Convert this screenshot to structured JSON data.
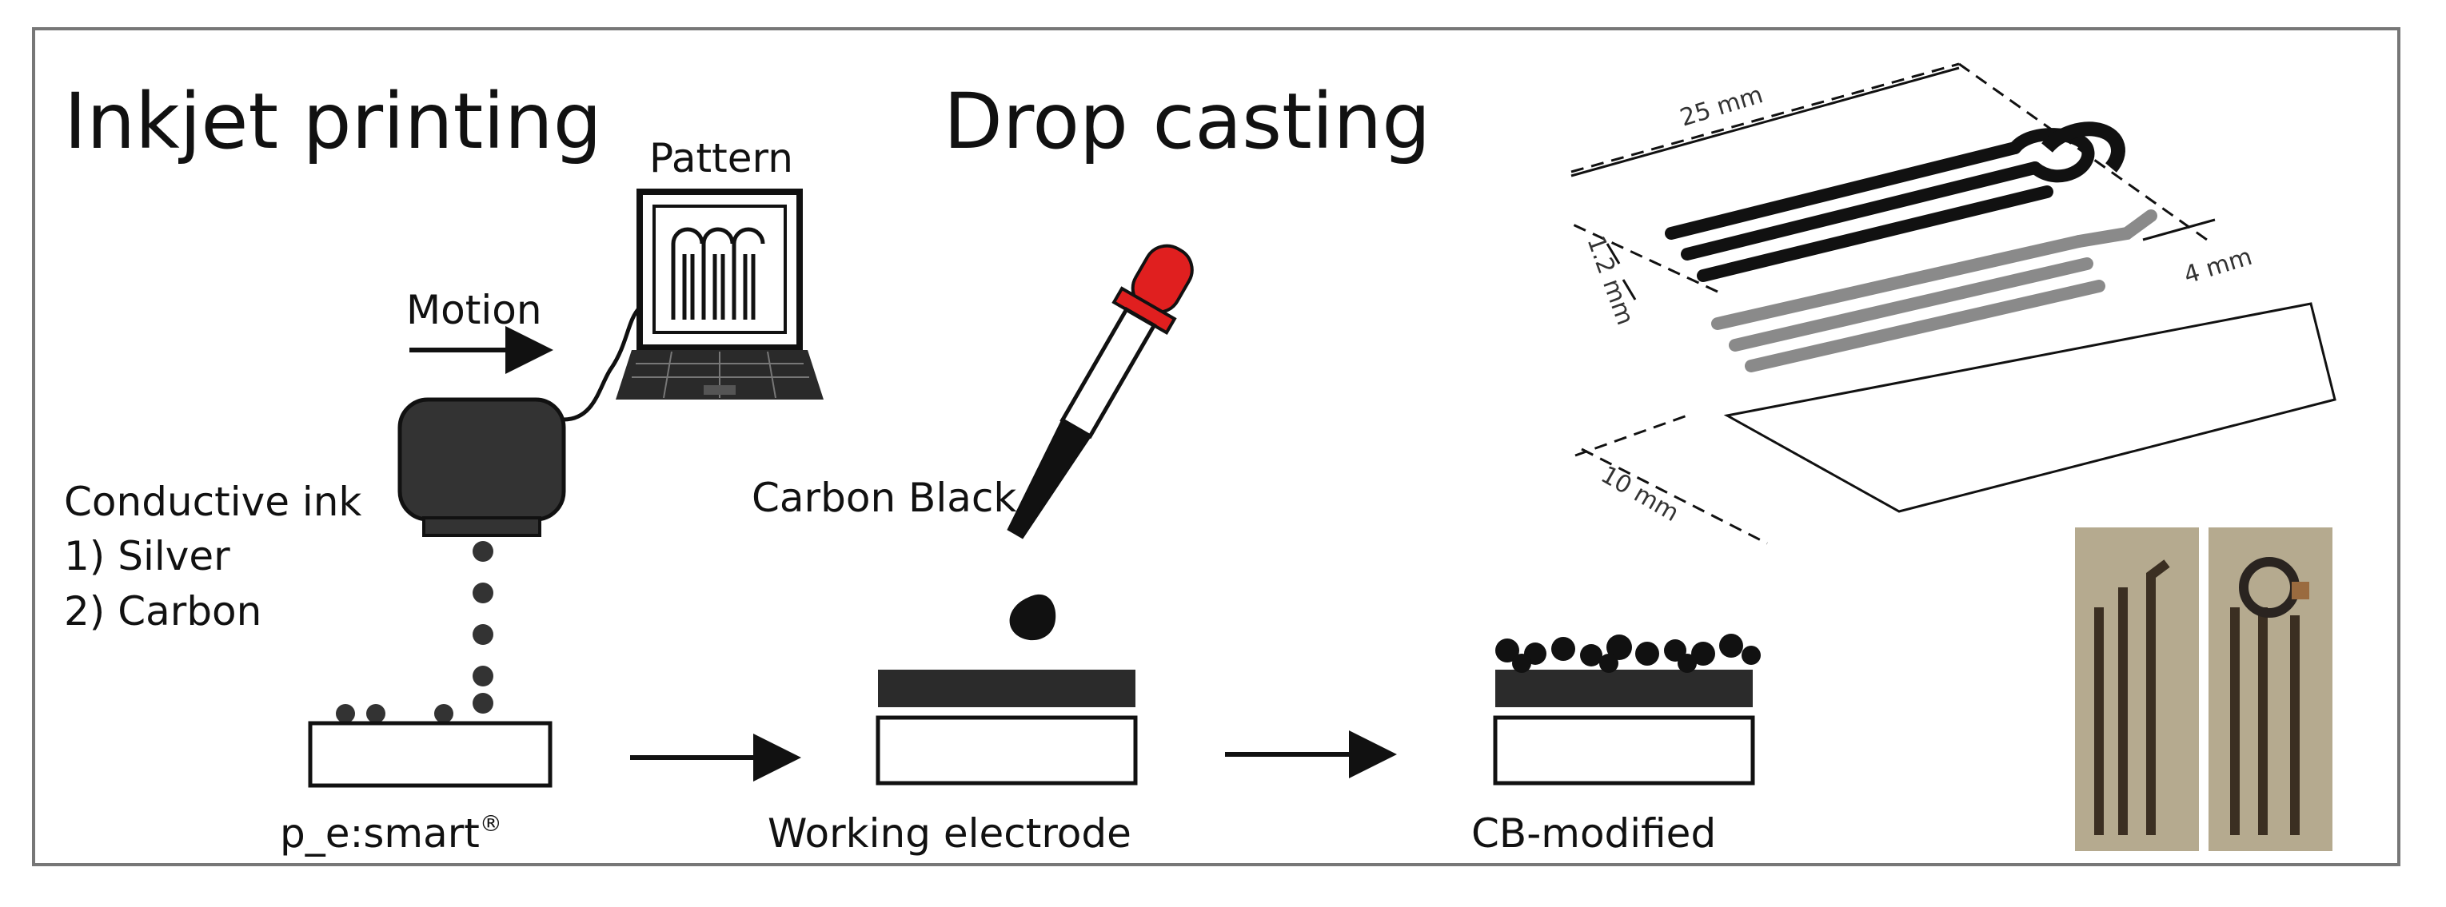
{
  "headings": {
    "inkjet": "Inkjet printing",
    "drop_casting": "Drop casting"
  },
  "labels": {
    "pattern": "Pattern",
    "motion": "Motion",
    "conductive_ink": "Conductive ink",
    "silver": "1) Silver",
    "carbon": "2) Carbon",
    "carbon_black": "Carbon Black",
    "substrate": "p_e:smart",
    "registered": "®",
    "working_electrode": "Working electrode",
    "cb_modified": "CB-modified"
  },
  "dimensions": {
    "length": "25 mm",
    "gap": "1.2 mm",
    "width": "4 mm",
    "strip": "10 mm"
  },
  "colors": {
    "ink_layer": "#2b2b2b",
    "dropper_bulb": "#e01f1f",
    "photo_bg": "#b5aa8f"
  }
}
